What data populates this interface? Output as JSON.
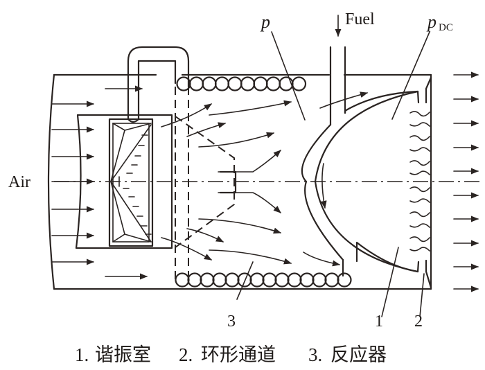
{
  "diagram": {
    "inlet_label": "Air",
    "fuel_label": "Fuel",
    "pressure_label": "p",
    "resonator_pressure_label": "p",
    "resonator_pressure_subscript": "DC",
    "callouts": [
      "1",
      "2",
      "3"
    ],
    "legend": [
      {
        "number": "1.",
        "text": "谐振室"
      },
      {
        "number": "2.",
        "text": "环形通道"
      },
      {
        "number": "3.",
        "text": "反应器"
      }
    ],
    "line_color": "#2a2422",
    "background": "#ffffff"
  }
}
